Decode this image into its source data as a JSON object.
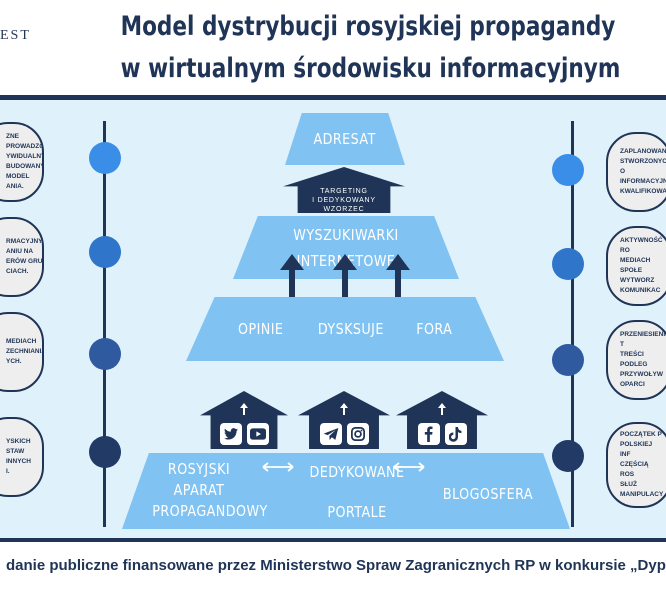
{
  "logo": {
    "word": "EST",
    "sub": ""
  },
  "title": {
    "line1": "Model dystrybucji rosyjskiej propagandy",
    "line2": "w wirtualnym środowisku informacyjnym"
  },
  "pyramid": {
    "top": "ADRESAT",
    "targeting": "TARGETING\nI DEDYKOWANY\nWZORZEC",
    "search": "WYSZUKIWARKI\nINTERNETOWE",
    "opinions": "OPINIE",
    "discussions": "DYSKSUJE",
    "forums": "FORA",
    "base": {
      "apparatus": "ROSYJSKI\nAPARAT\nPROPAGANDOWY",
      "dedicated": "DEDYKOWANE",
      "portals": "PORTALE",
      "blogosphere": "BLOGOSFERA"
    }
  },
  "left_notes": [
    "ZNE PROWADZONE\nYWIDUALNYM\nBUDOWANY MODEL\nANIA.",
    "RMACYJNYCH\nANIU NA\nERÓW  GRUP\nCIACH.",
    "MEDIACH\nZECHNIANIA\nYCH.",
    "YSKICH\nSTAW INNYCH\nI."
  ],
  "right_notes": [
    "ZAPLANOWANA\nSTWORZONYCH O\nINFORMACYJNYC\nKWALIFIKOWA",
    "AKTYWNOŚĆ RO\nMEDIACH SPOŁE\nWYTWORZ\nKOMUNIKAC",
    "PRZENIESIENIE T\nTREŚCI PODLEG\nPRZYWOŁYW\nOPARCI",
    "POCZĄTEK P\nPOLSKIEJ INF\nCZĘŚCIĄ ROS\nSŁUŻ\nMANIPULACY"
  ],
  "dot_colors": [
    "#3a8ee8",
    "#2f75c9",
    "#2f5aa0",
    "#213a66"
  ],
  "icons": [
    "twitter-icon",
    "youtube-icon",
    "telegram-icon",
    "instagram-icon",
    "facebook-icon",
    "tiktok-icon"
  ],
  "footer": "danie publiczne finansowane przez Ministerstwo Spraw Zagranicznych RP w konkursie „Dyp"
}
